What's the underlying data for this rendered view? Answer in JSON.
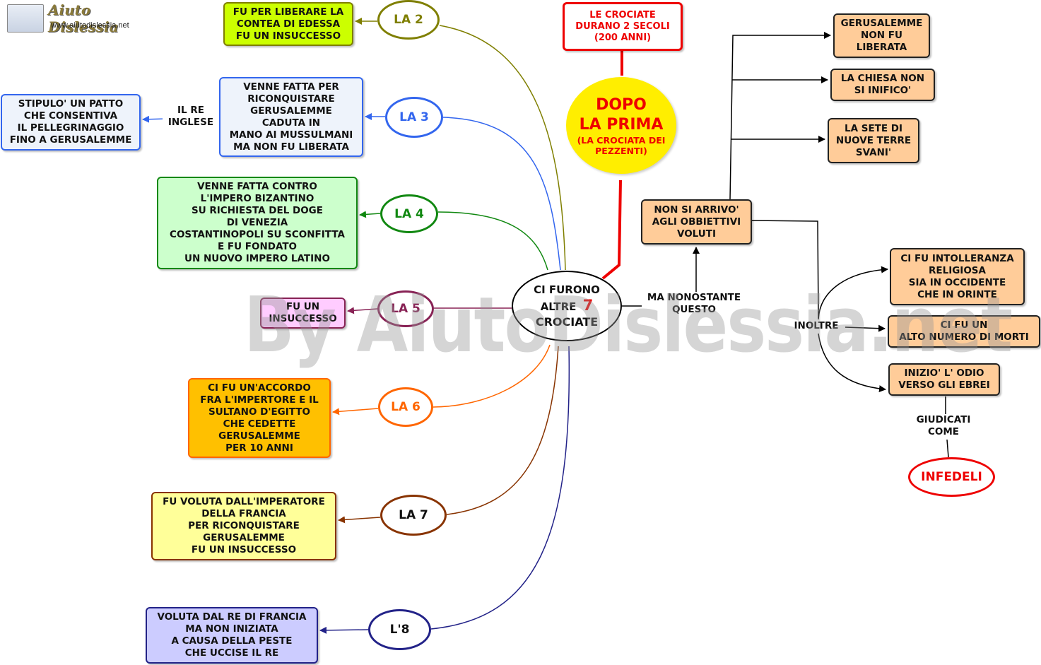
{
  "logo": {
    "title": "Aiuto Dislessia",
    "url": "www.aiutodislessia.net"
  },
  "watermark": "By AiutoDislessia.net",
  "center": {
    "line1": "CI FURONO",
    "line2": "ALTRE",
    "number": "7",
    "line3": "CROCIATE"
  },
  "top": {
    "note": "LE CROCIATE\nDURANO 2 SECOLI\n(200 ANNI)",
    "first_title": "DOPO\nLA PRIMA",
    "first_sub": "(LA CROCIATA DEI\nPEZZENTI)"
  },
  "crusades": [
    {
      "label": "LA 2",
      "text": "FU PER LIBERARE LA\nCONTEA DI EDESSA\nFU UN INSUCCESSO",
      "color": "#7f7f00",
      "fill": "#ccff00"
    },
    {
      "label": "LA 3",
      "text": "VENNE FATTA PER\nRICONQUISTARE\nGERUSALEMME\nCADUTA IN\nMANO AI MUSSULMANI\nMA NON FU LIBERATA",
      "color": "#3366ee",
      "fill": "#eef3fb"
    },
    {
      "label": "LA 4",
      "text": "VENNE FATTA CONTRO\nL'IMPERO BIZANTINO\nSU RICHIESTA DEL DOGE\nDI VENEZIA\nCOSTANTINOPOLI SU SCONFITTA\nE FU FONDATO\nUN NUOVO IMPERO LATINO",
      "color": "#118811",
      "fill": "#ccffcc"
    },
    {
      "label": "LA 5",
      "text": "FU UN\nINSUCCESSO",
      "color": "#882255",
      "fill": "#ffccff"
    },
    {
      "label": "LA 6",
      "text": "CI FU UN'ACCORDO\nFRA L'IMPERTORE E IL\nSULTANO D'EGITTO\nCHE CEDETTE\nGERUSALEMME\nPER 10 ANNI",
      "color": "#ff6600",
      "fill": "#ffc000"
    },
    {
      "label": "LA 7",
      "text": "FU VOLUTA DALL'IMPERATORE\nDELLA FRANCIA\nPER RICONQUISTARE\nGERUSALEMME\nFU UN INSUCCESSO",
      "color": "#883300",
      "fill": "#ffff99"
    },
    {
      "label": "L'8",
      "text": "VOLUTA DAL RE DI FRANCIA\nMA NON INIZIATA\nA CAUSA DELLA PESTE\nCHE UCCISE IL RE",
      "color": "#222288",
      "fill": "#ccccff"
    }
  ],
  "la3_extra": {
    "connector": "IL RE\nINGLESE",
    "text": "STIPULO' UN PATTO\nCHE CONSENTIVA\nIL PELLEGRINAGGIO\nFINO A GERUSALEMME"
  },
  "right": {
    "connector": "MA NONOSTANTE\nQUESTO",
    "main": "NON SI ARRIVO'\nAGLI OBBIETTIVI\nVOLUTI",
    "results": [
      "GERUSALEMME\nNON FU\nLIBERATA",
      "LA CHIESA NON\nSI INIFICO'",
      "LA SETE DI\nNUOVE TERRE\nSVANI'"
    ],
    "inoltre": "INOLTRE",
    "more": [
      "CI FU INTOLLERANZA\nRELIGIOSA\nSIA IN OCCIDENTE\nCHE IN ORINTE",
      "CI FU UN\nALTO NUMERO DI MORTI",
      "INIZIO' L' ODIO\nVERSO GLI EBREI"
    ],
    "judged": "GIUDICATI\nCOME",
    "infedeli": "INFEDELI"
  },
  "colors": {
    "red": "#ee0000",
    "orange_box": "#ffcc99",
    "yellow": "#ffee00"
  }
}
